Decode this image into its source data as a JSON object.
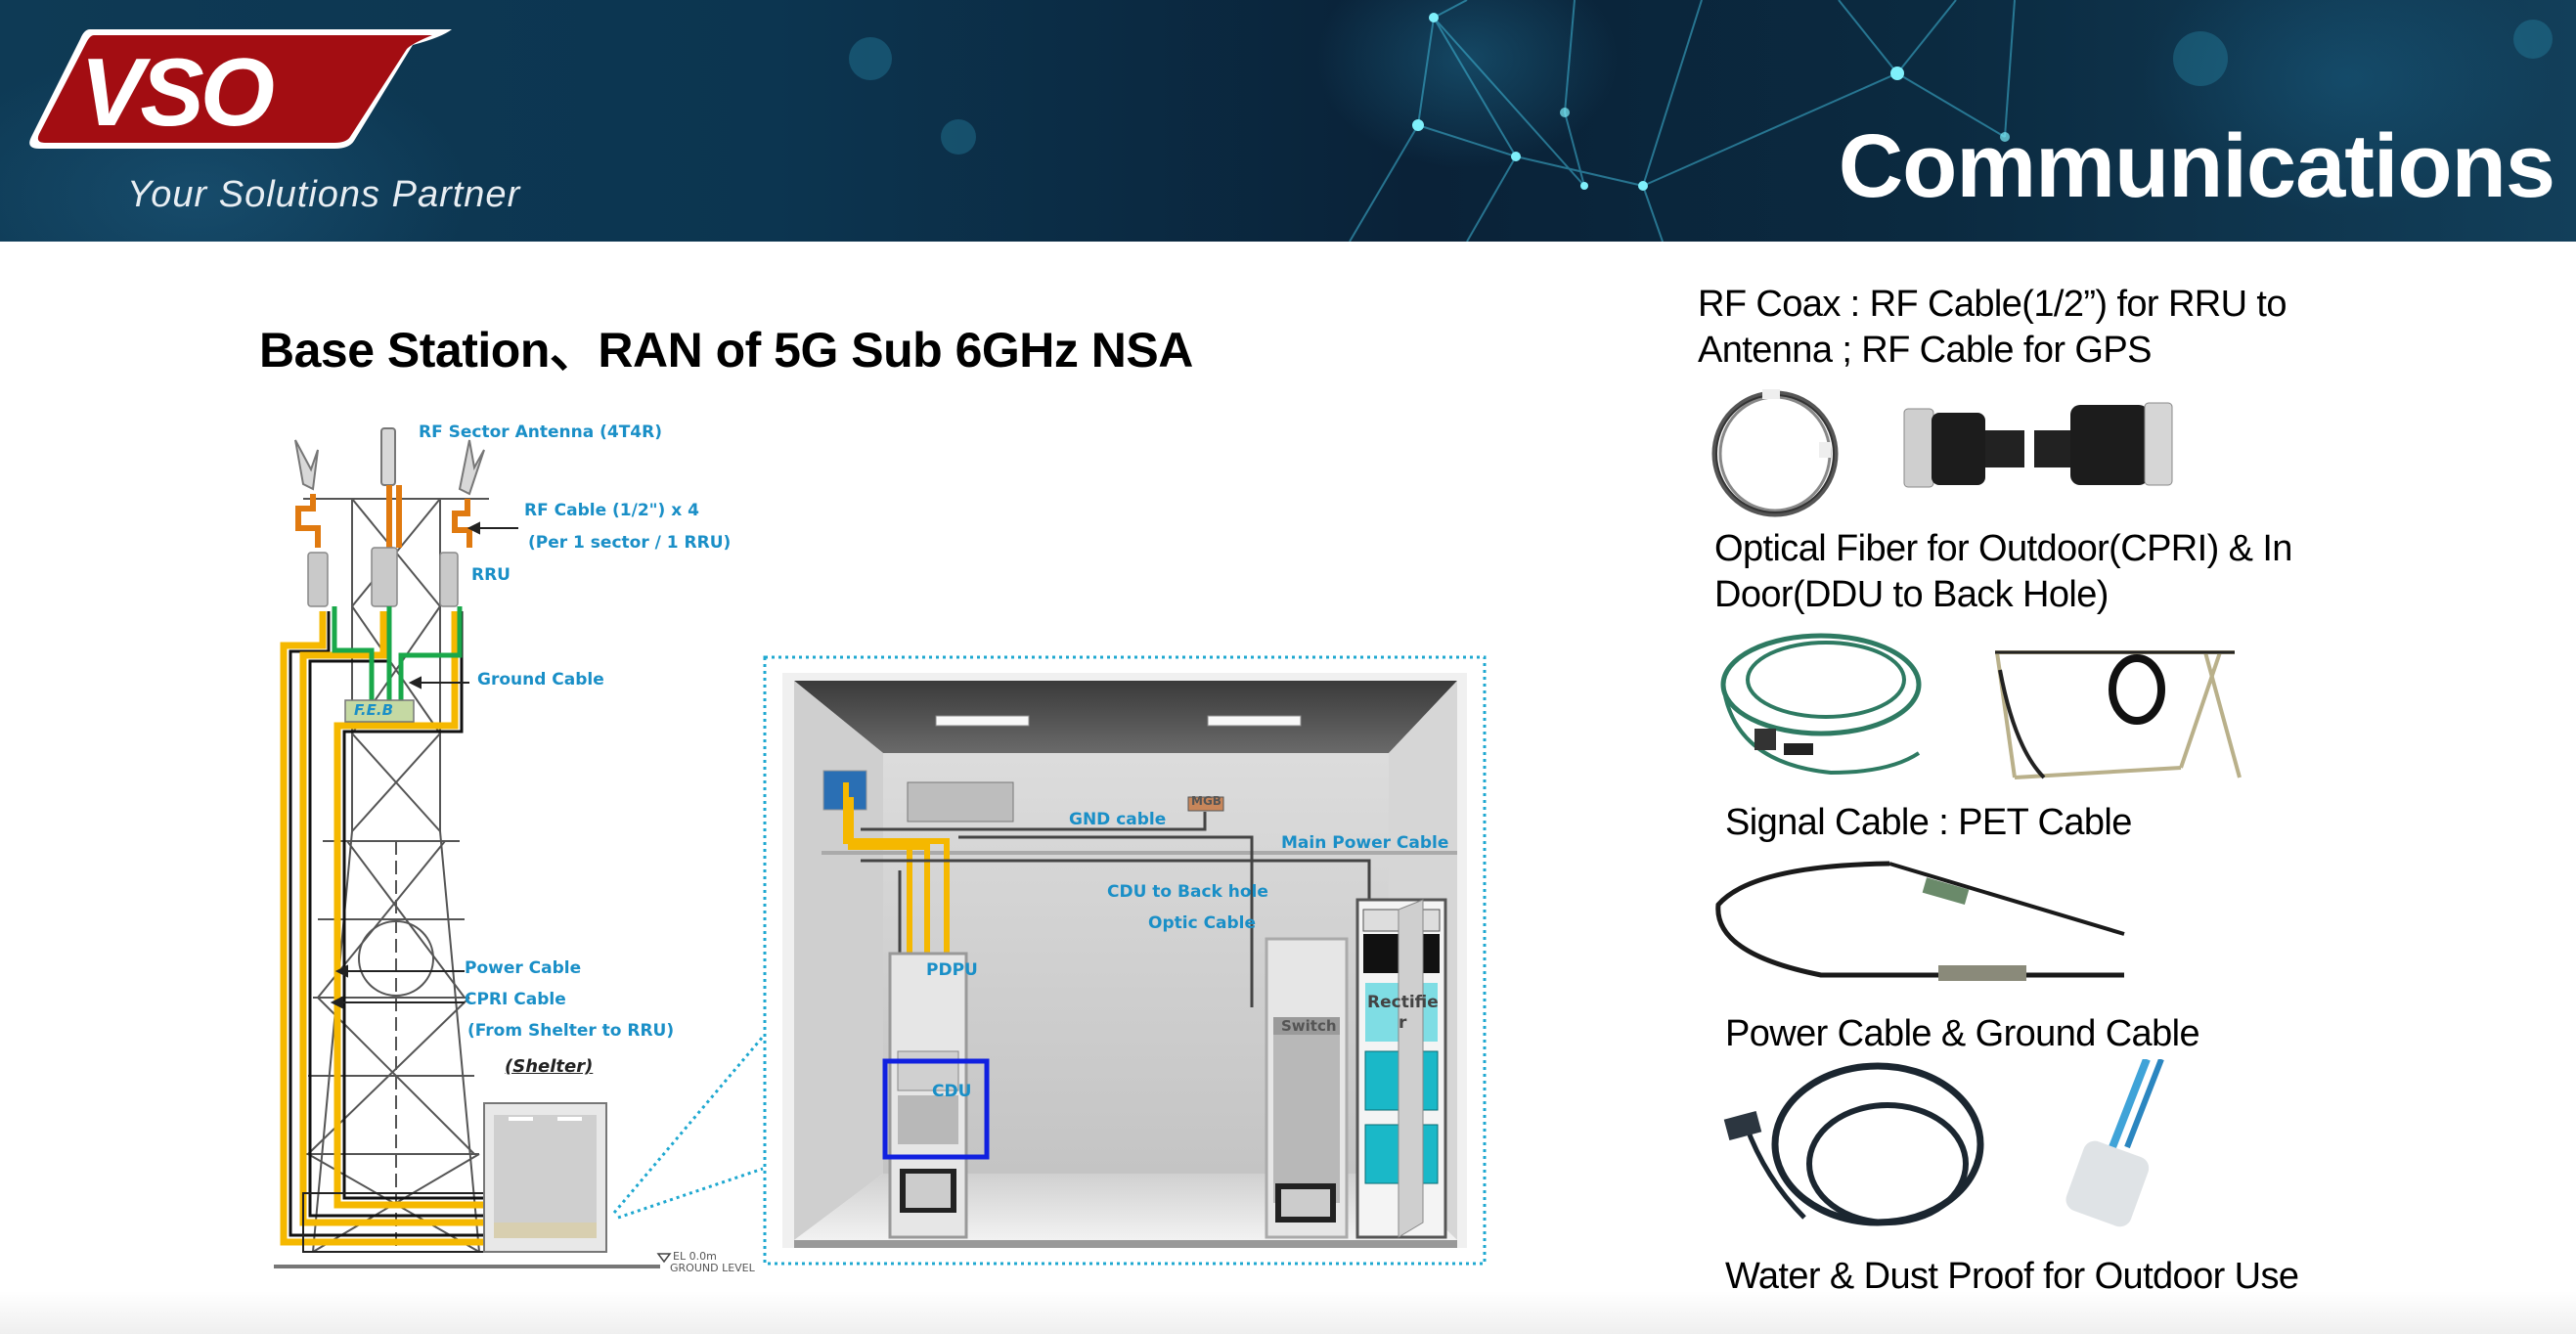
{
  "header": {
    "logo_text": "VSO",
    "tagline": "Your Solutions Partner",
    "title": "Communications",
    "colors": {
      "bg_dark": "#0a2238",
      "bg_light": "#123f5a",
      "logo_red": "#a30d12",
      "node_cyan": "#5fe3f0"
    }
  },
  "slide": {
    "title": "Base Station、RAN of 5G Sub 6GHz NSA"
  },
  "diagram": {
    "tower_labels": {
      "antenna": "RF Sector Antenna (4T4R)",
      "rf_cable_line1": "RF Cable (1/2\") x 4",
      "rf_cable_line2": "(Per 1 sector / 1 RRU)",
      "rru": "RRU",
      "ground_cable": "Ground Cable",
      "feb": "F.E.B",
      "power_cable": "Power Cable",
      "cpri_cable": "CPRI Cable",
      "cpri_note": "(From Shelter to RRU)",
      "shelter": "(Shelter)",
      "elevation": "EL 0.0m",
      "ground_level": "GROUND LEVEL"
    },
    "shelter_labels": {
      "gnd_cable": "GND cable",
      "mgb": "MGB",
      "main_power_cable": "Main Power Cable",
      "cdu_backhole_line1": "CDU to Back hole",
      "cdu_backhole_line2": "Optic Cable",
      "pdpu": "PDPU",
      "cdu": "CDU",
      "switch": "Switch",
      "rectifier_line1": "Rectifie",
      "rectifier_line2": "r"
    },
    "colors": {
      "label_blue": "#1a8fc7",
      "cable_yellow": "#f5b800",
      "rf_orange": "#e07a10",
      "ground_green": "#19a84a",
      "zoom_dots": "#1fa8d0",
      "cdu_box": "#1020e0",
      "rectifier_teal": "#1ab8c8"
    }
  },
  "right_column": {
    "sections": [
      {
        "text_line1": "RF Coax : RF Cable(1/2”) for RRU to",
        "text_line2": "Antenna ; RF Cable for GPS",
        "images": [
          "coiled-coax-cable",
          "rf-connector-pair"
        ]
      },
      {
        "text_line1": "Optical Fiber for Outdoor(CPRI) & In",
        "text_line2": "Door(DDU to Back Hole)",
        "images": [
          "green-fiber-cable",
          "fiber-rack-frame"
        ]
      },
      {
        "text_line1": "Signal Cable : PET Cable",
        "images": [
          "pet-signal-cable"
        ]
      },
      {
        "text_line1": "Power Cable & Ground Cable",
        "images": [
          "black-power-cable",
          "blue-ground-cable"
        ]
      },
      {
        "text_line1": "Water & Dust Proof for Outdoor Use"
      }
    ]
  }
}
